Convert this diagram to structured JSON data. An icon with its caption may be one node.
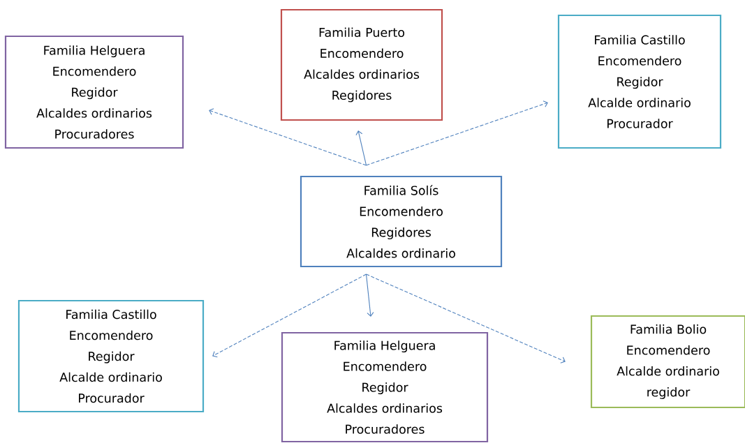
{
  "diagram": {
    "nodes": [
      {
        "text": [
          "Familia Helguera",
          "Encomendero",
          "Regidor",
          "Alcaldes ordinarios",
          "Procuradores"
        ]
      },
      {
        "text": [
          "Familia Puerto",
          "Encomendero",
          "Alcaldes ordinarios",
          "Regidores"
        ]
      },
      {
        "text": [
          "Familia Castillo",
          "Encomendero",
          "Regidor",
          "Alcalde ordinario",
          "Procurador"
        ]
      },
      {
        "text": [
          "Familia Solís",
          "Encomendero",
          "Regidores",
          "Alcaldes ordinario"
        ]
      },
      {
        "text": [
          "Familia Castillo",
          "Encomendero",
          "Regidor",
          "Alcalde ordinario",
          "Procurador"
        ]
      },
      {
        "text": [
          "Familia Helguera",
          "Encomendero",
          "Regidor",
          "Alcaldes ordinarios",
          "Procuradores"
        ]
      },
      {
        "text": [
          "Familia Bolio",
          "Encomendero",
          "Alcalde ordinario",
          "regidor"
        ]
      }
    ],
    "edges": [
      {
        "from": 3,
        "to": 0,
        "arrow": "to",
        "style": "dashed"
      },
      {
        "from": 3,
        "to": 1,
        "arrow": "to"
      },
      {
        "from": 3,
        "to": 2,
        "arrow": "to",
        "style": "dashed"
      },
      {
        "from": 3,
        "to": 4,
        "arrow": "to",
        "style": "dashed"
      },
      {
        "from": 3,
        "to": 5,
        "arrow": "to"
      },
      {
        "from": 3,
        "to": 6,
        "arrow": "to",
        "style": "dashed"
      }
    ]
  }
}
